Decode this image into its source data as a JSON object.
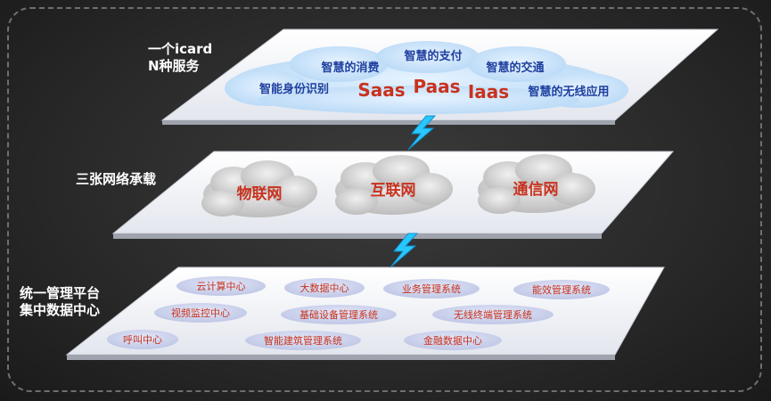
{
  "colors": {
    "background": "#2b2b2b",
    "plane_top": "#ffffff",
    "plane_bottom": "#d9dde8",
    "cloud_blue": "#cfe6fb",
    "cloud_grey": "#c9c9c9",
    "pill": "#c7cde9",
    "blue_text": "#1f3f9f",
    "red_text": "#c8321e",
    "bolt": "#28c8ff"
  },
  "layer_top": {
    "label_line1": "一个icard",
    "label_line2": "N种服务",
    "services": [
      "智慧的消费",
      "智慧的支付",
      "智慧的交通",
      "智能身份识别",
      "Saas",
      "Paas",
      "Iaas",
      "智慧的无线应用"
    ]
  },
  "layer_middle": {
    "label": "三张网络承载",
    "networks": [
      "物联网",
      "互联网",
      "通信网"
    ]
  },
  "layer_bottom": {
    "label_line1": "统一管理平台",
    "label_line2": "集中数据中心",
    "systems": [
      "云计算中心",
      "大数据中心",
      "业务管理系统",
      "能效管理系统",
      "视频监控中心",
      "基础设备管理系统",
      "无线终端管理系统",
      "呼叫中心",
      "智能建筑管理系统",
      "金融数据中心"
    ]
  },
  "connectors": [
    "lightning-bolt-icon",
    "lightning-bolt-icon"
  ]
}
